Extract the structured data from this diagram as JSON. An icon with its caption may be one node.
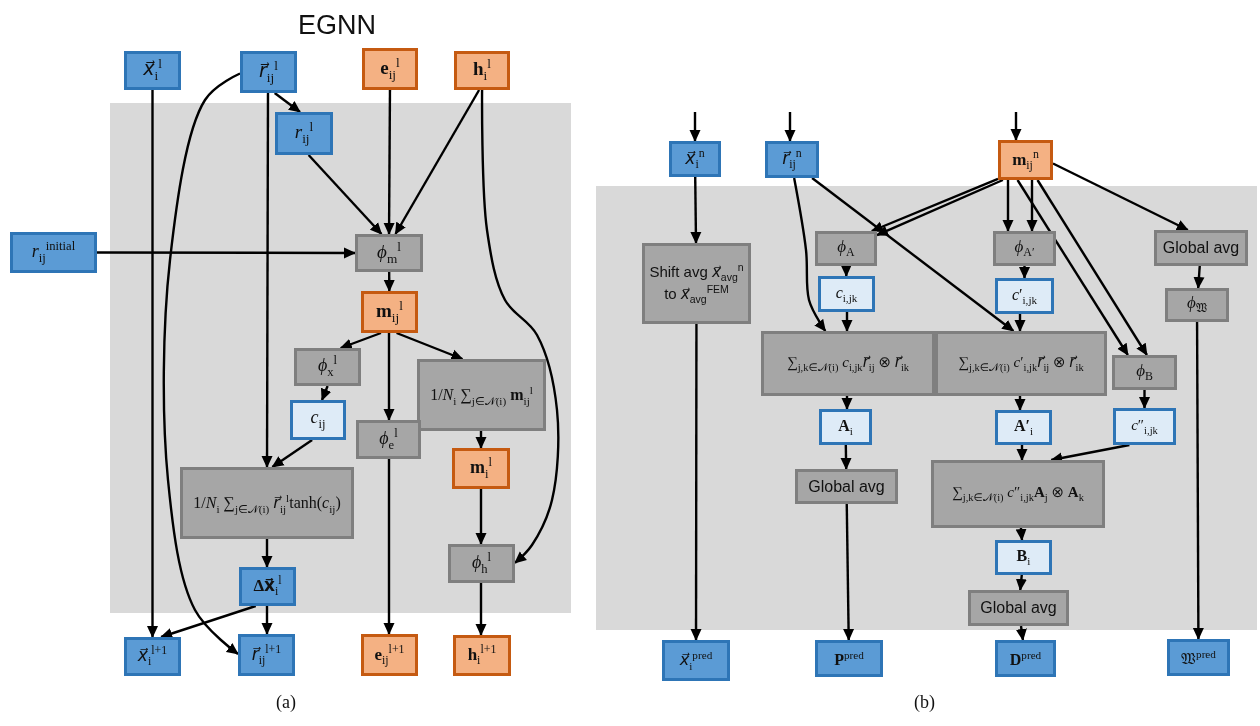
{
  "diagram": {
    "title": "EGNN",
    "nodes": [
      {
        "text": [
          "*x⃗*$_{i}$$^{l}$"
        ]
      },
      {
        "text": [
          "*r⃗*$_{ij}$$^{l}$"
        ]
      },
      {
        "text": [
          "**e**$_{ij}$$^{l}$"
        ]
      },
      {
        "text": [
          "**h**$_{i}$$^{l}$"
        ]
      },
      {
        "text": [
          "*r*$_{ij}$$^{l}$"
        ]
      },
      {
        "text": [
          "*r*$_{ij}$$^{initial}$"
        ]
      },
      {
        "text": [
          "*ϕ*$_{m}$$^{l}$"
        ]
      },
      {
        "text": [
          "**m**$_{ij}$$^{l}$"
        ]
      },
      {
        "text": [
          "*ϕ*$_{x}$$^{l}$"
        ]
      },
      {
        "text": [
          "1/*N*$_{i}$ ∑$_{j∈𝒩(i)}$ **m**$_{ij}$$^{l}$"
        ]
      },
      {
        "text": [
          "*c*$_{ij}$"
        ]
      },
      {
        "text": [
          "*ϕ*$_{e}$$^{l}$"
        ]
      },
      {
        "text": [
          "**m**$_{i}$$^{l}$"
        ]
      },
      {
        "text": [
          "1/*N*$_{i}$ ∑$_{j∈𝒩(i)}$ *r⃗*$_{ij}$$^{l}$tanh(*c*$_{ij}$)"
        ]
      },
      {
        "text": [
          "*ϕ*$_{h}$$^{l}$"
        ]
      },
      {
        "text": [
          "**Δx⃗**$_{i}$$^{l}$"
        ]
      },
      {
        "text": [
          "*x⃗*$_{i}$$^{l+1}$"
        ]
      },
      {
        "text": [
          "*r⃗*$_{ij}$$^{l+1}$"
        ]
      },
      {
        "text": [
          "**e**$_{ij}$$^{l+1}$"
        ]
      },
      {
        "text": [
          "**h**$_{i}$$^{l+1}$"
        ]
      },
      {
        "text": [
          "*x⃗*$_{i}$$^{n}$"
        ]
      },
      {
        "text": [
          "*r⃗*$_{ij}$$^{n}$"
        ]
      },
      {
        "text": [
          "**m**$_{ij}$$^{n}$"
        ]
      },
      {
        "text": [
          "Shift avg *x⃗*$_{avg}$$^{n}$ to *x⃗*$_{avg}$$^{FEM}$"
        ]
      },
      {
        "text": [
          "*ϕ*$_{A}$"
        ]
      },
      {
        "text": [
          "*ϕ*$_{A′}$"
        ]
      },
      {
        "text": [
          "Global avg"
        ]
      },
      {
        "text": [
          "*c*$_{i,jk}$"
        ]
      },
      {
        "text": [
          "*c*′$_{i,jk}$"
        ]
      },
      {
        "text": [
          "*ϕ*$_{𝔚}$"
        ]
      },
      {
        "text": [
          "∑$_{j,k∈𝒩(i)}$ *c*$_{i,jk}$*r⃗*$_{ij}$ ⊗ *r⃗*$_{ik}$"
        ]
      },
      {
        "text": [
          "∑$_{j,k∈𝒩(i)}$ *c*′$_{i,jk}$*r⃗*$_{ij}$ ⊗ *r⃗*$_{ik}$"
        ]
      },
      {
        "text": [
          "*ϕ*$_{B}$"
        ]
      },
      {
        "text": [
          "**A**$_{i}$"
        ]
      },
      {
        "text": [
          "**A′**$_{i}$"
        ]
      },
      {
        "text": [
          "*c*″$_{i,jk}$"
        ]
      },
      {
        "text": [
          "Global avg"
        ]
      },
      {
        "text": [
          "∑$_{j,k∈𝒩(i)}$ *c*″$_{i,jk}$**A**$_{j}$ ⊗ **A**$_{k}$"
        ]
      },
      {
        "text": [
          "**B**$_{i}$"
        ]
      },
      {
        "text": [
          "Global avg"
        ]
      },
      {
        "text": [
          "*x⃗*$_{i}$$^{pred}$"
        ]
      },
      {
        "text": [
          "**P**$^{pred}$"
        ]
      },
      {
        "text": [
          "**D**$^{pred}$"
        ]
      },
      {
        "text": [
          "𝔚$^{pred}$"
        ]
      }
    ],
    "edges": [
      {
        "from": 0,
        "to": 16,
        "arrow": "to"
      },
      {
        "from": 1,
        "to": 17,
        "arrow": "to"
      },
      {
        "from": 1,
        "to": 4,
        "arrow": "to"
      },
      {
        "from": 1,
        "to": 13,
        "arrow": "to"
      },
      {
        "from": 2,
        "to": 6,
        "arrow": "to"
      },
      {
        "from": 3,
        "to": 6,
        "arrow": "to"
      },
      {
        "from": 4,
        "to": 6,
        "arrow": "to"
      },
      {
        "from": 3,
        "to": 14,
        "arrow": "to"
      },
      {
        "from": 5,
        "to": 6,
        "arrow": "to"
      },
      {
        "from": 6,
        "to": 7,
        "arrow": "to"
      },
      {
        "from": 7,
        "to": 8,
        "arrow": "to"
      },
      {
        "from": 7,
        "to": 11,
        "arrow": "to"
      },
      {
        "from": 7,
        "to": 9,
        "arrow": "to"
      },
      {
        "from": 8,
        "to": 10,
        "arrow": "to"
      },
      {
        "from": 10,
        "to": 13,
        "arrow": "to"
      },
      {
        "from": 9,
        "to": 12,
        "arrow": "to"
      },
      {
        "from": 11,
        "to": 18,
        "arrow": "to"
      },
      {
        "from": 12,
        "to": 14,
        "arrow": "to"
      },
      {
        "from": 13,
        "to": 15,
        "arrow": "to"
      },
      {
        "from": 15,
        "to": 16,
        "arrow": "to"
      },
      {
        "from": 15,
        "to": 17,
        "arrow": "to"
      },
      {
        "from": 14,
        "to": 19,
        "arrow": "to"
      },
      {
        "from": null,
        "to": 20,
        "arrow": "to"
      },
      {
        "from": null,
        "to": 21,
        "arrow": "to"
      },
      {
        "from": null,
        "to": 22,
        "arrow": "to"
      },
      {
        "from": 20,
        "to": 23,
        "arrow": "to"
      },
      {
        "from": 23,
        "to": 40,
        "arrow": "to"
      },
      {
        "from": 21,
        "to": 30,
        "arrow": "to"
      },
      {
        "from": 21,
        "to": 31,
        "arrow": "to"
      },
      {
        "from": 22,
        "to": 24,
        "arrow": "to"
      },
      {
        "from": 22,
        "to": 24,
        "arrow": "to"
      },
      {
        "from": 22,
        "to": 25,
        "arrow": "to"
      },
      {
        "from": 22,
        "to": 25,
        "arrow": "to"
      },
      {
        "from": 22,
        "to": 32,
        "arrow": "to"
      },
      {
        "from": 22,
        "to": 32,
        "arrow": "to"
      },
      {
        "from": 22,
        "to": 26,
        "arrow": "to"
      },
      {
        "from": 24,
        "to": 27,
        "arrow": "to"
      },
      {
        "from": 27,
        "to": 30,
        "arrow": "to"
      },
      {
        "from": 25,
        "to": 28,
        "arrow": "to"
      },
      {
        "from": 28,
        "to": 31,
        "arrow": "to"
      },
      {
        "from": 30,
        "to": 33,
        "arrow": "to"
      },
      {
        "from": 31,
        "to": 34,
        "arrow": "to"
      },
      {
        "from": 33,
        "to": 36,
        "arrow": "to"
      },
      {
        "from": 36,
        "to": 41,
        "arrow": "to"
      },
      {
        "from": 26,
        "to": 29,
        "arrow": "to"
      },
      {
        "from": 29,
        "to": 43,
        "arrow": "to"
      },
      {
        "from": 32,
        "to": 35,
        "arrow": "to"
      },
      {
        "from": 34,
        "to": 37,
        "arrow": "to"
      },
      {
        "from": 35,
        "to": 37,
        "arrow": "to"
      },
      {
        "from": 37,
        "to": 38,
        "arrow": "to"
      },
      {
        "from": 38,
        "to": 39,
        "arrow": "to"
      },
      {
        "from": 39,
        "to": 42,
        "arrow": "to"
      }
    ],
    "labels": [
      "(a)",
      "(b)"
    ]
  }
}
